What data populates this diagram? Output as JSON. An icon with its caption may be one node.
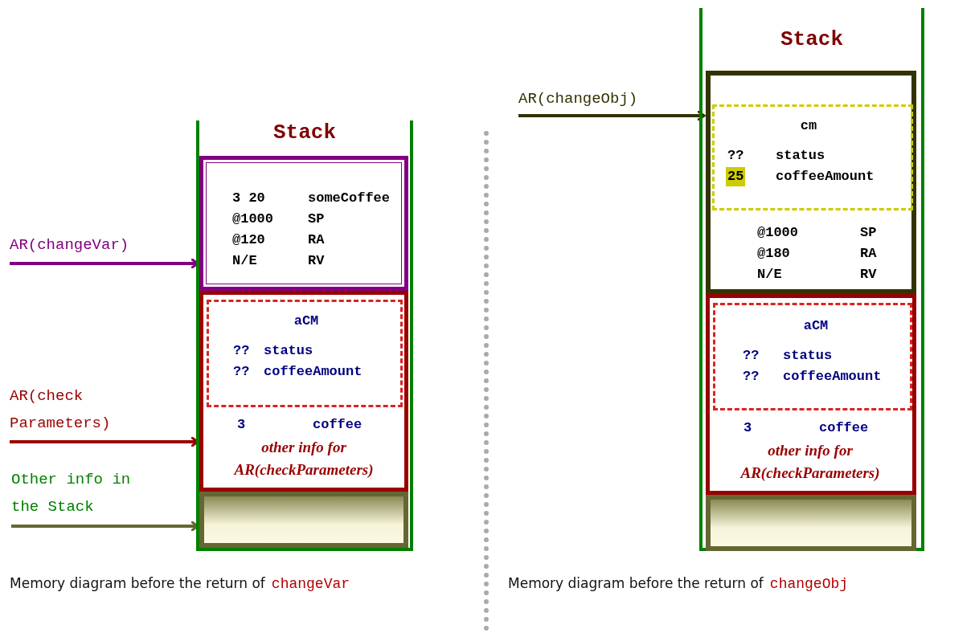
{
  "diagram": {
    "nodes": [
      {
        "text": [
          "Stack"
        ]
      },
      {
        "text": [
          "3 20",
          "someCoffee",
          "@1000",
          "SP",
          "@120",
          "RA",
          "N/E",
          "RV"
        ],
        "in": 0
      },
      {
        "text": [
          "3",
          "coffee",
          "other info for AR(checkParameters)"
        ],
        "in": 0
      },
      {
        "text": [
          "aCM",
          "??",
          "status",
          "??",
          "coffeeAmount"
        ],
        "in": 2
      },
      {
        "text": [],
        "shape": "box",
        "in": 0
      },
      {
        "text": [
          "AR(changeVar)"
        ]
      },
      {
        "text": [
          "AR(check Parameters)"
        ]
      },
      {
        "text": [
          "Other info in the Stack"
        ]
      },
      {
        "text": [
          "Stack"
        ]
      },
      {
        "text": [
          "@1000",
          "SP",
          "@180",
          "RA",
          "N/E",
          "RV"
        ],
        "in": 8
      },
      {
        "text": [
          "cm",
          "??",
          "status",
          "25",
          "coffeeAmount"
        ],
        "in": 9
      },
      {
        "text": [
          "3",
          "coffee",
          "other info for AR(checkParameters)"
        ],
        "in": 8
      },
      {
        "text": [
          "aCM",
          "??",
          "status",
          "??",
          "coffeeAmount"
        ],
        "in": 11
      },
      {
        "text": [],
        "shape": "box",
        "in": 8
      },
      {
        "text": [
          "AR(changeObj)"
        ]
      }
    ],
    "edges": [
      {
        "from": 5,
        "to": 1,
        "arrow": "to",
        "color": "#800080"
      },
      {
        "from": 6,
        "to": 2,
        "arrow": "to",
        "color": "#990000"
      },
      {
        "from": 7,
        "to": 4,
        "arrow": "to",
        "color": "#666633"
      },
      {
        "from": 14,
        "to": 9,
        "arrow": "to",
        "color": "#333300"
      }
    ],
    "labels": [
      "Memory diagram before the return of",
      "changeVar",
      "Memory diagram before the return of",
      "changeObj"
    ]
  }
}
